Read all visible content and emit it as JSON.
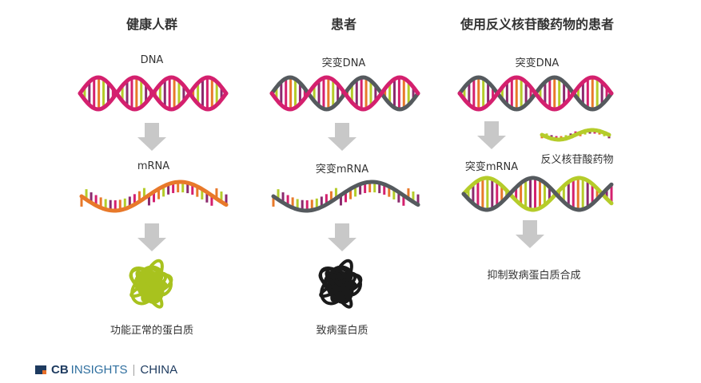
{
  "columns": [
    {
      "title": "健康人群",
      "dna_label": "DNA",
      "mrna_label": "mRNA",
      "result_label": "功能正常的蛋白质"
    },
    {
      "title": "患者",
      "dna_label": "突变DNA",
      "mrna_label": "突变mRNA",
      "result_label": "致病蛋白质"
    },
    {
      "title": "使用反义核苷酸药物的患者",
      "dna_label": "突变DNA",
      "mrna_label": "突变mRNA",
      "drug_label": "反义核苷酸药物",
      "result_label": "抑制致病蛋白质合成"
    }
  ],
  "colors": {
    "healthy_strand": "#d4206e",
    "mutant_strand": "#555a5e",
    "mrna_strand": "#e8792a",
    "drug_strand": "#b5cc2a",
    "arrow": "#c8c8c8",
    "protein_healthy": "#a8c21e",
    "protein_disease": "#1a1a1a",
    "rungs": [
      "#e8792a",
      "#b5cc2a",
      "#8b2a6e",
      "#d4206e"
    ]
  },
  "logo": {
    "brand": "CB",
    "brand2": "INSIGHTS",
    "region": "CHINA"
  }
}
